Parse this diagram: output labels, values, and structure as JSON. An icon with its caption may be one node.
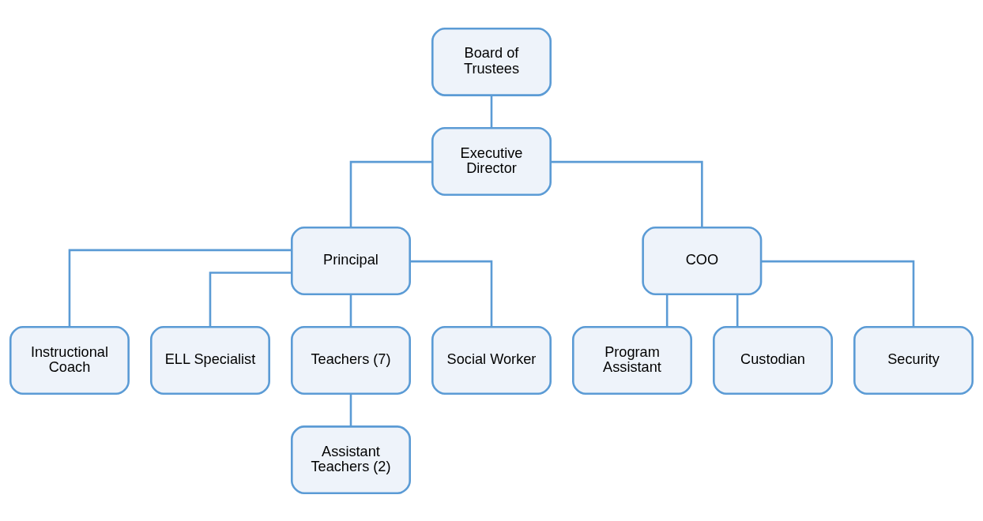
{
  "diagram": {
    "nodes": [
      {
        "text": [
          "Board of Trustees"
        ]
      },
      {
        "text": [
          "Executive Director"
        ]
      },
      {
        "text": [
          "Principal"
        ]
      },
      {
        "text": [
          "COO"
        ]
      },
      {
        "text": [
          "Instructional Coach"
        ]
      },
      {
        "text": [
          "ELL Specialist"
        ]
      },
      {
        "text": [
          "Teachers (7)"
        ]
      },
      {
        "text": [
          "Social Worker"
        ]
      },
      {
        "text": [
          "Program Assistant"
        ]
      },
      {
        "text": [
          "Custodian"
        ]
      },
      {
        "text": [
          "Security"
        ]
      },
      {
        "text": [
          "Assistant Teachers (2)"
        ]
      }
    ],
    "edges": [
      {
        "from": 0,
        "to": 1,
        "arrow": "none"
      },
      {
        "from": 1,
        "to": 2,
        "arrow": "none"
      },
      {
        "from": 1,
        "to": 3,
        "arrow": "none"
      },
      {
        "from": 2,
        "to": 4,
        "arrow": "none"
      },
      {
        "from": 2,
        "to": 5,
        "arrow": "none"
      },
      {
        "from": 2,
        "to": 6,
        "arrow": "none"
      },
      {
        "from": 2,
        "to": 7,
        "arrow": "none"
      },
      {
        "from": 3,
        "to": 8,
        "arrow": "none"
      },
      {
        "from": 3,
        "to": 9,
        "arrow": "none"
      },
      {
        "from": 3,
        "to": 10,
        "arrow": "none"
      },
      {
        "from": 6,
        "to": 11,
        "arrow": "none"
      }
    ]
  }
}
